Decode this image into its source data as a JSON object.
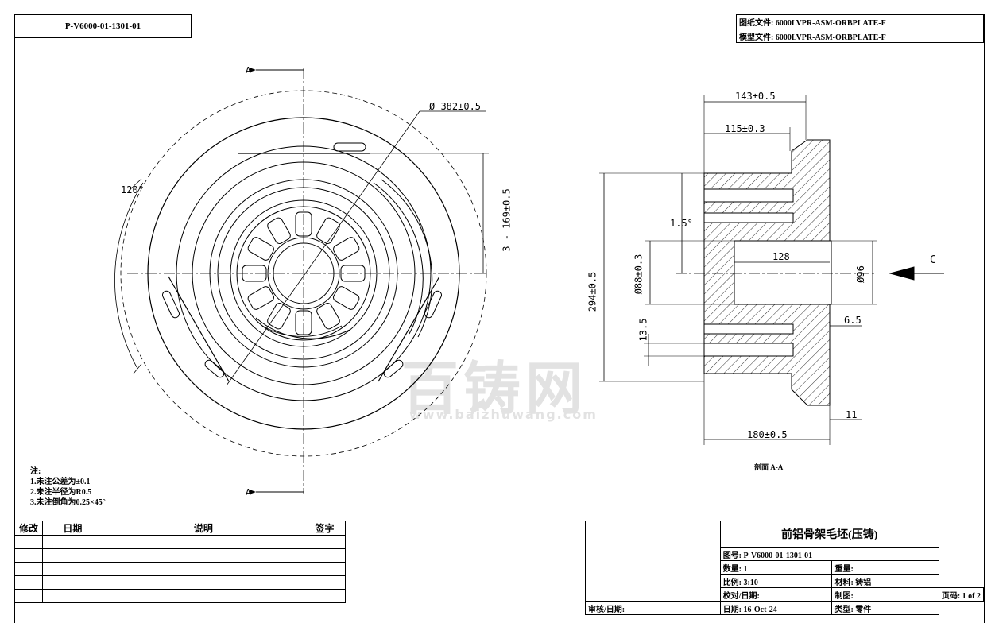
{
  "drawing_number_box": "P-V6000-01-1301-01",
  "file_info": {
    "drawing_file": "图纸文件: 6000LVPR-ASM-ORBPLATE-F",
    "model_file": "模型文件: 6000LVPR-ASM-ORBPLATE-F"
  },
  "front_view": {
    "section_mark_top": "A",
    "section_mark_bottom": "A",
    "dim_diameter": "Ø 382±0.5",
    "dim_angle": "120°",
    "dim_radius_slots": "3 - 169±0.5"
  },
  "section_view": {
    "dim_143": "143±0.5",
    "dim_115": "115±0.3",
    "dim_angle": "1.5°",
    "dim_128": "128",
    "dim_88": "Ø88±0.3",
    "dim_96": "Ø96",
    "dim_294": "294±0.5",
    "dim_13_5": "13.5",
    "dim_6_5": "6.5",
    "dim_11": "11",
    "dim_180": "180±0.5",
    "view_arrow_label": "C",
    "section_title": "剖面 A-A"
  },
  "notes": {
    "title": "注:",
    "items": [
      "1.未注公差为±0.1",
      "2.未注半径为R0.5",
      "3.未注倒角为0.25×45°"
    ]
  },
  "revision_table": {
    "headers": [
      "修改",
      "日期",
      "说明",
      "签字"
    ],
    "rows": 5
  },
  "title_block": {
    "part_name": "前铝骨架毛坯(压铸)",
    "drawing_no": "图号: P-V6000-01-1301-01",
    "quantity": "数量: 1",
    "weight": "重量:",
    "scale": "比例: 3:10",
    "material": "材料: 铸铝",
    "checker": "校对/日期:",
    "drawn": "制图:",
    "page": "页码: 1 of 2",
    "approver": "审核/日期:",
    "date": "日期: 16-Oct-24",
    "type": "类型: 零件"
  },
  "watermark": {
    "text": "百铸网",
    "url": "www.baizhuwang.com"
  }
}
